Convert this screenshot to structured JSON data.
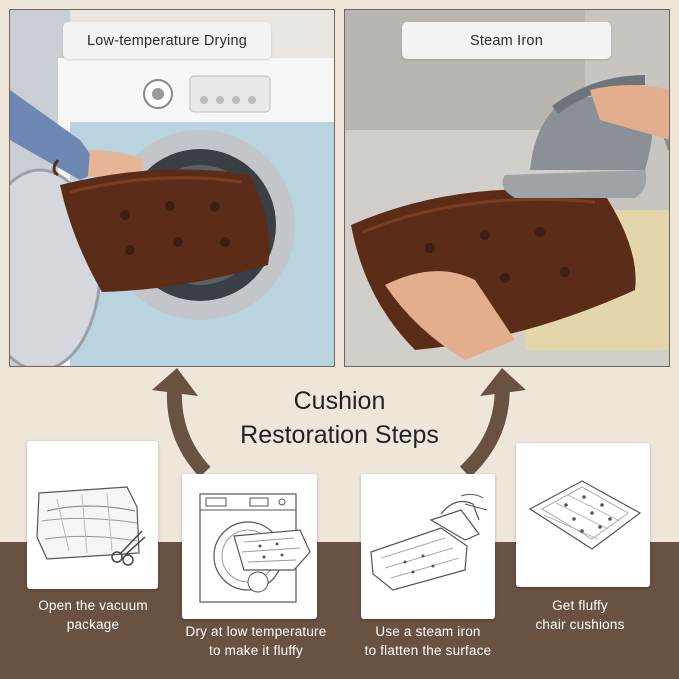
{
  "panels": {
    "left_label": "Low-temperature Drying",
    "right_label": "Steam Iron"
  },
  "headline": {
    "line1": "Cushion",
    "line2": "Restoration Steps"
  },
  "steps": [
    {
      "line1": "Open the vacuum",
      "line2": "package"
    },
    {
      "line1": "Dry at low temperature",
      "line2": "to make it fluffy"
    },
    {
      "line1": "Use a steam iron",
      "line2": "to flatten the surface"
    },
    {
      "line1": "Get fluffy",
      "line2": "chair cushions"
    }
  ],
  "colors": {
    "background": "#efe6da",
    "band": "#6a5242",
    "arrow": "#6a5242",
    "cushion": "#5b2d18"
  }
}
